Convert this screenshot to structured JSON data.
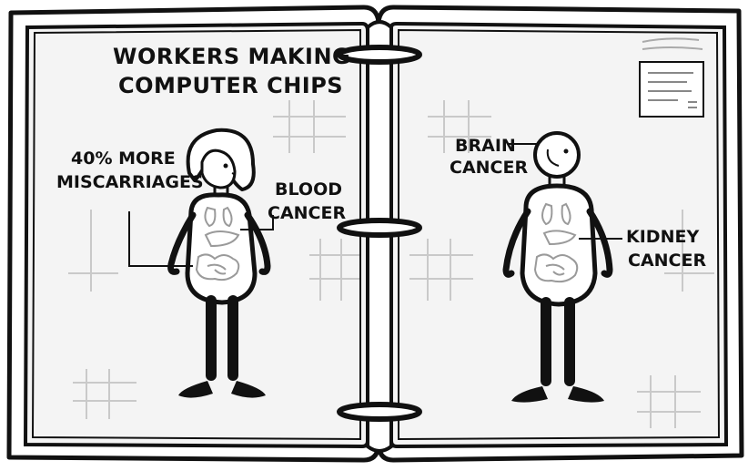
{
  "left_page": {
    "title_line1": "WORKERS MAKING",
    "title_line2": "COMPUTER CHIPS",
    "annotation_miscarriage_line1": "40% MORE",
    "annotation_miscarriage_line2": "MISCARRIAGES",
    "annotation_blood_line1": "BLOOD",
    "annotation_blood_line2": "CANCER"
  },
  "right_page": {
    "annotation_brain_line1": "BRAIN",
    "annotation_brain_line2": "CANCER",
    "annotation_kidney_line1": "KIDNEY",
    "annotation_kidney_line2": "CANCER"
  },
  "colors": {
    "ink": "#111111",
    "paper": "#f4f4f4",
    "grid": "#c9c9c9",
    "organ": "#9a9a9a"
  }
}
